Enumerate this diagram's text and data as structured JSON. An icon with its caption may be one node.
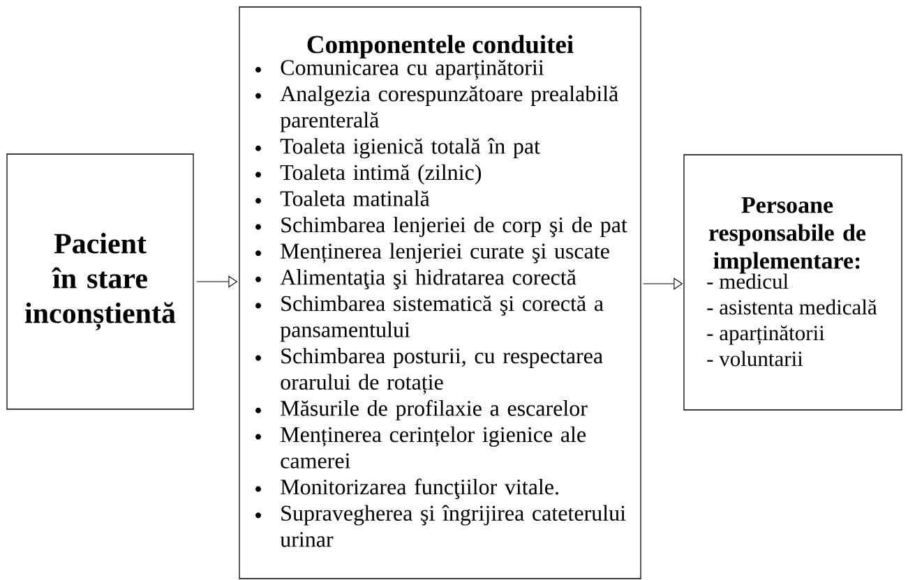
{
  "diagram": {
    "nodes": [
      {
        "text": [
          "Pacient în stare inconștientă"
        ]
      },
      {
        "text": [
          "Componentele conduitei",
          "Comunicarea cu aparținătorii",
          "Analgezia corespunzătoare prealabilă parenterală",
          "Toaleta igienică totală în pat",
          "Toaleta intimă (zilnic)",
          "Toaleta matinală",
          "Schimbarea lenjeriei de corp şi de pat",
          "Menținerea lenjeriei curate şi uscate",
          "Alimentaţia şi hidratarea corectă",
          "Schimbarea sistematică şi corectă a pansamentului",
          "Schimbarea posturii, cu respectarea orarului de rotație",
          "Măsurile de profilaxie a escarelor",
          "Menținerea cerințelor igienice ale camerei",
          "Monitorizarea funcţiilor vitale.",
          "Supravegherea şi îngrijirea cateterului urinar"
        ]
      },
      {
        "text": [
          "Persoane responsabile de implementare:",
          "- medicul",
          "- asistenta medicală",
          "- aparținătorii",
          "- voluntarii"
        ]
      }
    ],
    "edges": [
      {
        "from": 0,
        "to": 1,
        "arrow": "to"
      },
      {
        "from": 1,
        "to": 2,
        "arrow": "to"
      }
    ]
  }
}
